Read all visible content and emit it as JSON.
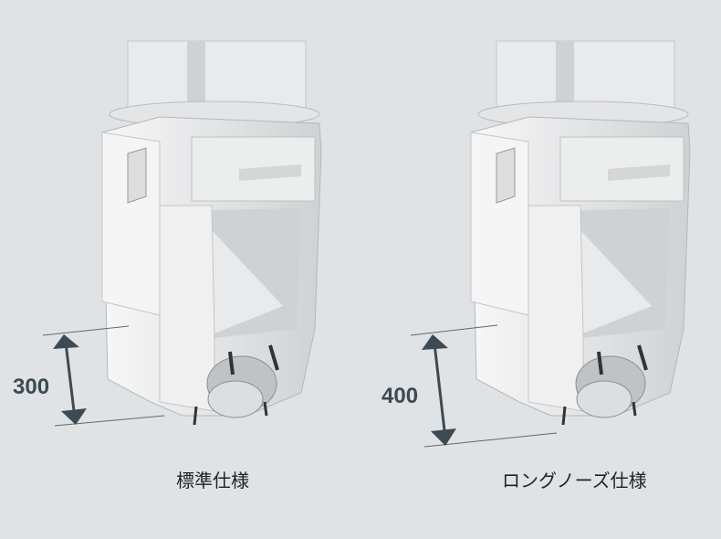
{
  "left": {
    "dimension": "300",
    "caption": "標準仕様"
  },
  "right": {
    "dimension": "400",
    "caption": "ロングノーズ仕様"
  },
  "colors": {
    "background": "#dfe3e6",
    "arrow": "#3e4a52",
    "body": "#f2f3f4",
    "shade": "#c9cdd0"
  }
}
